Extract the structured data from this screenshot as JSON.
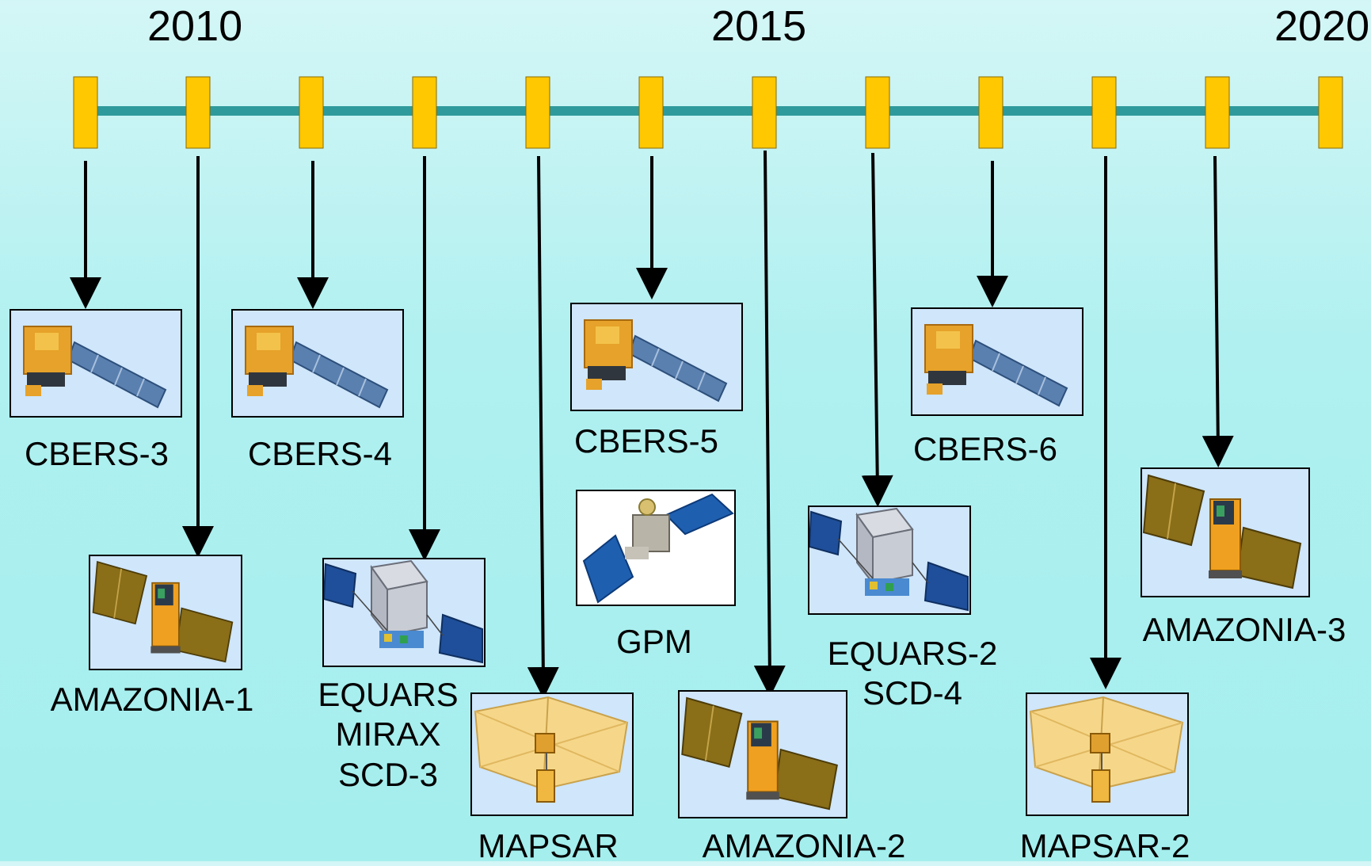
{
  "timeline": {
    "years": [
      "2010",
      "2015",
      "2020"
    ]
  },
  "satellites": [
    {
      "id": "cbers3",
      "name": "CBERS-3",
      "icon": "cbers-satellite-icon"
    },
    {
      "id": "amazonia1",
      "name": "AMAZONIA-1",
      "icon": "amazonia-satellite-icon"
    },
    {
      "id": "cbers4",
      "name": "CBERS-4",
      "icon": "cbers-satellite-icon"
    },
    {
      "id": "equars",
      "name": "EQUARS\nMIRAX\nSCD-3",
      "icon": "equars-satellite-icon"
    },
    {
      "id": "mapsar",
      "name": "MAPSAR",
      "icon": "mapsar-satellite-icon"
    },
    {
      "id": "cbers5",
      "name": "CBERS-5",
      "icon": "cbers-satellite-icon"
    },
    {
      "id": "gpm",
      "name": "GPM",
      "icon": "gpm-satellite-icon"
    },
    {
      "id": "amazonia2",
      "name": "AMAZONIA-2",
      "icon": "amazonia-satellite-icon"
    },
    {
      "id": "equars2",
      "name": "EQUARS-2\nSCD-4",
      "icon": "equars-satellite-icon"
    },
    {
      "id": "cbers6",
      "name": "CBERS-6",
      "icon": "cbers-satellite-icon"
    },
    {
      "id": "mapsar2",
      "name": "MAPSAR-2",
      "icon": "mapsar-satellite-icon"
    },
    {
      "id": "amazonia3",
      "name": "AMAZONIA-3",
      "icon": "amazonia-satellite-icon"
    }
  ],
  "colors": {
    "timeline_bar": "#2f9a9c",
    "year_marker": "#ffc800",
    "arrow": "#000000",
    "box_bg": "#cfe6fb"
  }
}
